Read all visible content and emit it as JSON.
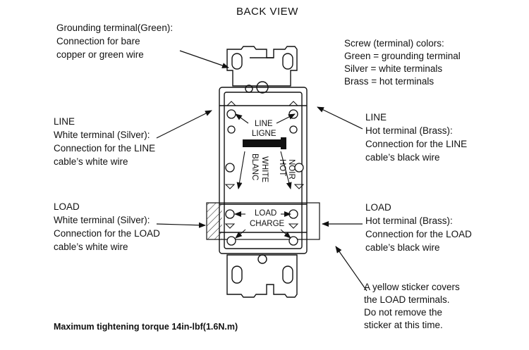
{
  "title": "BACK VIEW",
  "grounding": {
    "line1": "Grounding terminal(Green):",
    "line2": "Connection for bare",
    "line3": "copper or green wire"
  },
  "screw_colors": {
    "line1": "Screw (terminal) colors:",
    "line2": "Green =  grounding terminal",
    "line3": "Silver =  white terminals",
    "line4": "Brass =  hot terminals"
  },
  "line_white": {
    "line1": "LINE",
    "line2": "White terminal (Silver):",
    "line3": "Connection for the LINE",
    "line4": "cable’s white wire"
  },
  "line_hot": {
    "line1": "LINE",
    "line2": "Hot terminal (Brass):",
    "line3": "Connection for the LINE",
    "line4": "cable’s black wire"
  },
  "load_white": {
    "line1": "LOAD",
    "line2": "White terminal (Silver):",
    "line3": "Connection for the LOAD",
    "line4": "cable’s white wire"
  },
  "load_hot": {
    "line1": "LOAD",
    "line2": "Hot terminal (Brass):",
    "line3": "Connection for the LOAD",
    "line4": "cable’s black wire"
  },
  "sticker": {
    "line1": "A yellow sticker covers",
    "line2": "the LOAD terminals.",
    "line3": "Do not remove the",
    "line4": "sticker at this time."
  },
  "torque_note": "Maximum tightening torque 14in-lbf(1.6N.m)",
  "device_labels": {
    "line": "LINE",
    "ligne": "LIGNE",
    "white": "WHITE",
    "blanc": "BLANC",
    "hot": "HOT",
    "noir": "NOIR",
    "load": "LOAD",
    "charge": "CHARGE"
  }
}
